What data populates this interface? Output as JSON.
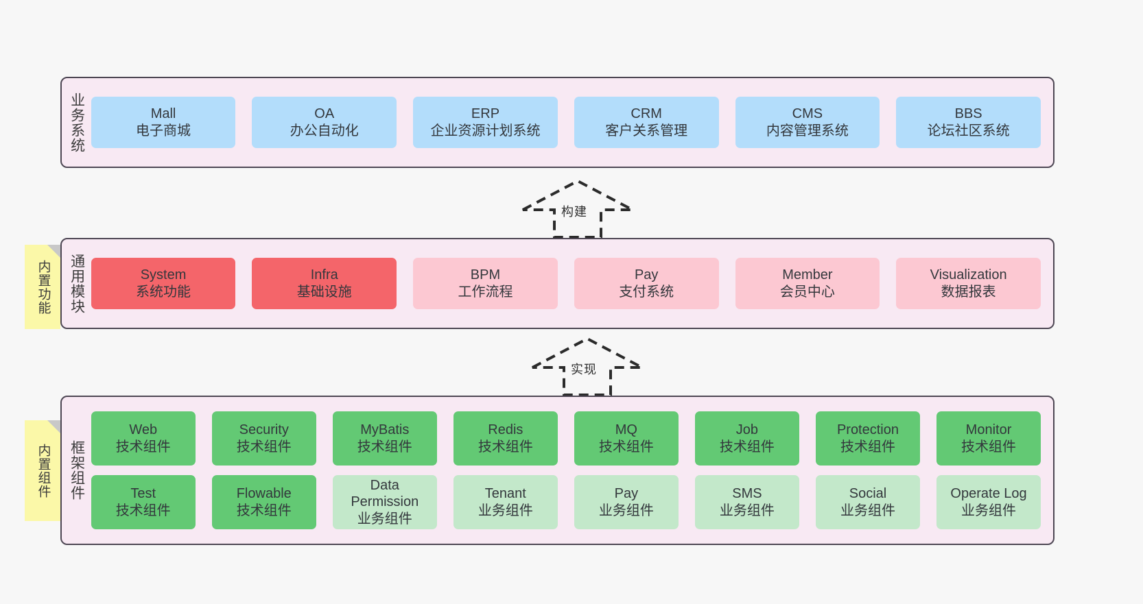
{
  "diagram": {
    "title": "",
    "background": "#f7f7f7",
    "colors": {
      "layer_fill": "#f8e9f3",
      "layer_border": "#4d4653",
      "business": "#b3ddfb",
      "module_core": "#f4656a",
      "module_opt": "#fcc8d2",
      "tech_component": "#63c974",
      "biz_component": "#c3e8ca",
      "note_fill": "#fbf8a8",
      "note_fold": "#c8c8c8"
    }
  },
  "layers": {
    "business": {
      "label": "业务系统",
      "items": [
        {
          "name": "Mall",
          "desc": "电子商城"
        },
        {
          "name": "OA",
          "desc": "办公自动化"
        },
        {
          "name": "ERP",
          "desc": "企业资源计划系统"
        },
        {
          "name": "CRM",
          "desc": "客户关系管理"
        },
        {
          "name": "CMS",
          "desc": "内容管理系统"
        },
        {
          "name": "BBS",
          "desc": "论坛社区系统"
        }
      ]
    },
    "modules": {
      "label": "通用模块",
      "note": "内置功能",
      "items": [
        {
          "name": "System",
          "desc": "系统功能",
          "kind": "core"
        },
        {
          "name": "Infra",
          "desc": "基础设施",
          "kind": "core"
        },
        {
          "name": "BPM",
          "desc": "工作流程",
          "kind": "opt"
        },
        {
          "name": "Pay",
          "desc": "支付系统",
          "kind": "opt"
        },
        {
          "name": "Member",
          "desc": "会员中心",
          "kind": "opt"
        },
        {
          "name": "Visualization",
          "desc": "数据报表",
          "kind": "opt"
        }
      ]
    },
    "framework": {
      "label": "框架组件",
      "note": "内置组件",
      "row1": [
        {
          "name": "Web",
          "desc": "技术组件",
          "kind": "tech"
        },
        {
          "name": "Security",
          "desc": "技术组件",
          "kind": "tech"
        },
        {
          "name": "MyBatis",
          "desc": "技术组件",
          "kind": "tech"
        },
        {
          "name": "Redis",
          "desc": "技术组件",
          "kind": "tech"
        },
        {
          "name": "MQ",
          "desc": "技术组件",
          "kind": "tech"
        },
        {
          "name": "Job",
          "desc": "技术组件",
          "kind": "tech"
        },
        {
          "name": "Protection",
          "desc": "技术组件",
          "kind": "tech"
        },
        {
          "name": "Monitor",
          "desc": "技术组件",
          "kind": "tech"
        }
      ],
      "row2": [
        {
          "name": "Test",
          "desc": "技术组件",
          "kind": "tech"
        },
        {
          "name": "Flowable",
          "desc": "技术组件",
          "kind": "tech"
        },
        {
          "name": "Data Permission",
          "desc": "业务组件",
          "kind": "biz"
        },
        {
          "name": "Tenant",
          "desc": "业务组件",
          "kind": "biz"
        },
        {
          "name": "Pay",
          "desc": "业务组件",
          "kind": "biz"
        },
        {
          "name": "SMS",
          "desc": "业务组件",
          "kind": "biz"
        },
        {
          "name": "Social",
          "desc": "业务组件",
          "kind": "biz"
        },
        {
          "name": "Operate Log",
          "desc": "业务组件",
          "kind": "biz"
        }
      ]
    }
  },
  "arrows": {
    "build": {
      "label": "构建"
    },
    "implement": {
      "label": "实现"
    }
  }
}
